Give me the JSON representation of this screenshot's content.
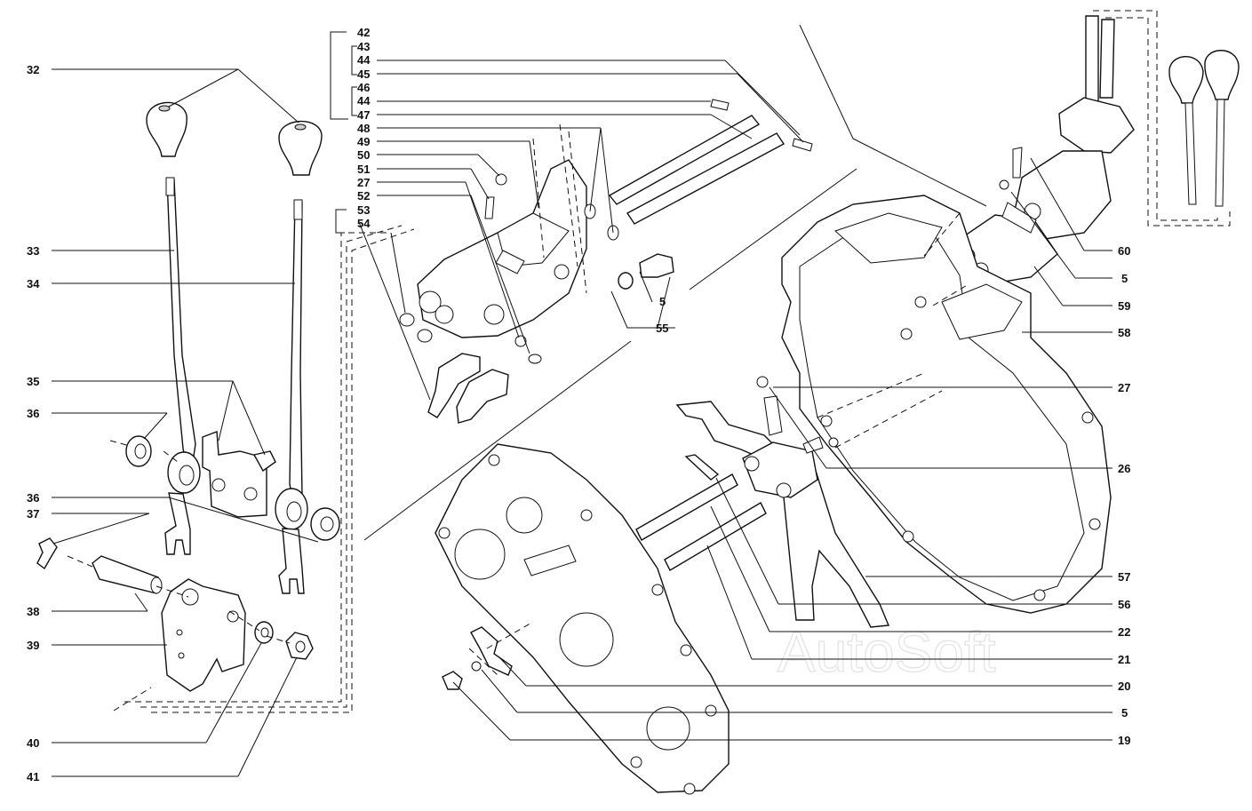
{
  "watermark": "AutoSoft",
  "callouts": {
    "c32": "32",
    "c33": "33",
    "c34": "34",
    "c35": "35",
    "c36a": "36",
    "c36b": "36",
    "c37": "37",
    "c38": "38",
    "c39": "39",
    "c40": "40",
    "c41": "41",
    "c42": "42",
    "c43": "43",
    "c44a": "44",
    "c45": "45",
    "c46": "46",
    "c44b": "44",
    "c47": "47",
    "c48": "48",
    "c49": "49",
    "c50": "50",
    "c51": "51",
    "c27a": "27",
    "c52": "52",
    "c53": "53",
    "c54": "54",
    "c5a": "5",
    "c55": "55",
    "c60": "60",
    "c5b": "5",
    "c59": "59",
    "c58": "58",
    "c27b": "27",
    "c26": "26",
    "c57": "57",
    "c56": "56",
    "c22": "22",
    "c21": "21",
    "c20": "20",
    "c5c": "5",
    "c19": "19"
  }
}
